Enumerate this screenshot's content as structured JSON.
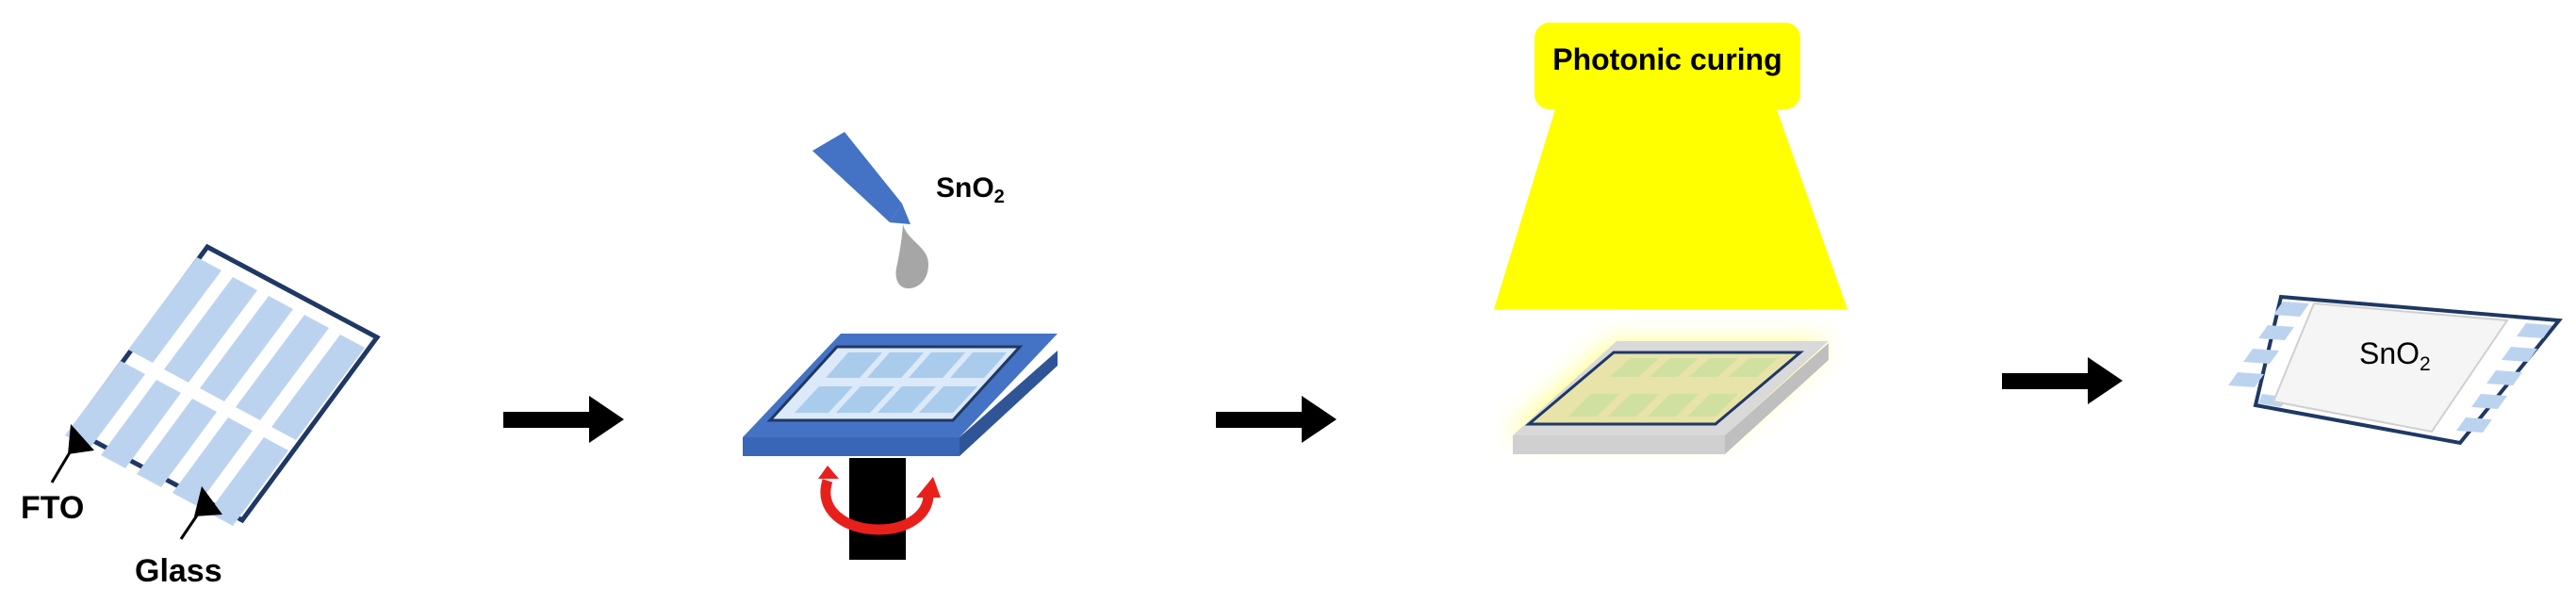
{
  "labels": {
    "fto": "FTO",
    "glass": "Glass",
    "sno2_dropper_main": "SnO",
    "sno2_dropper_sub": "2",
    "photonic_curing": "Photonic curing",
    "sno2_final_main": "SnO",
    "sno2_final_sub": "2"
  },
  "colors": {
    "fto_stripe": "#bcd3f0",
    "substrate_border": "#1f3864",
    "spin_stage": "#4472c4",
    "spin_stage_dark": "#2f5597",
    "rotation_arrow": "#e8201b",
    "lamp": "#ffff00",
    "sno2_drop": "#a6a6a6",
    "cured_film": "#e6dc8c"
  },
  "icons": [
    "process-arrow-icon",
    "rotation-arrow-icon",
    "dropper-icon",
    "lamp-icon"
  ]
}
